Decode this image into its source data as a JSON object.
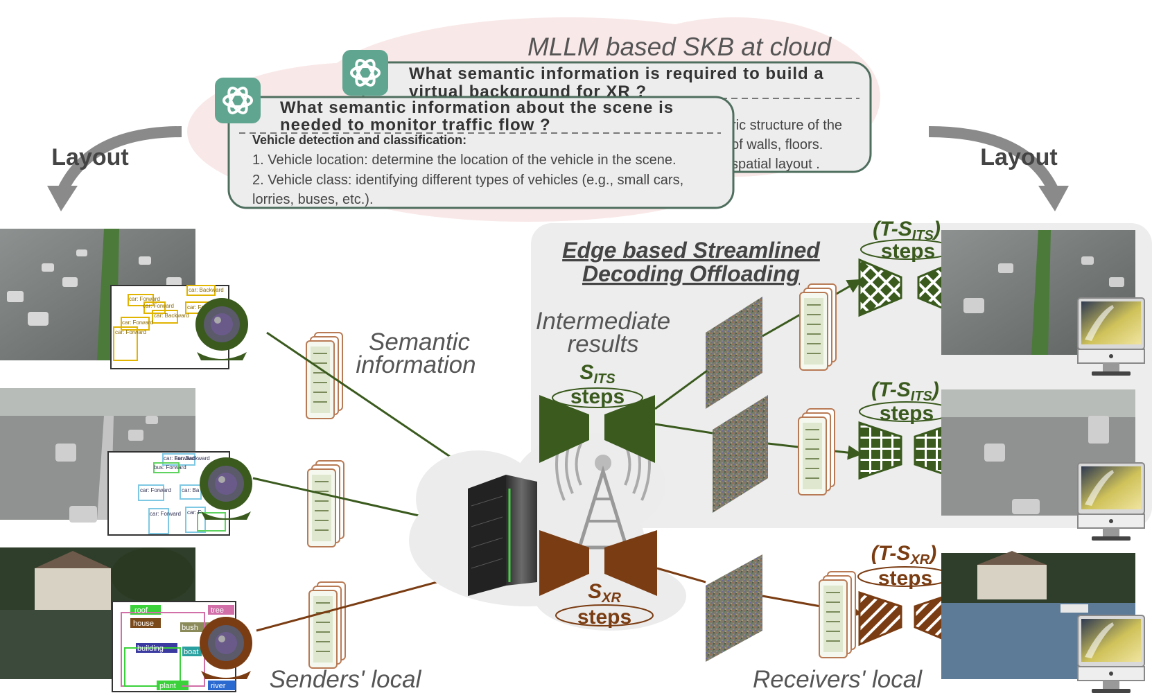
{
  "cloud_title": "MLLM based SKB at cloud",
  "bubble_xr": {
    "question_line1": "What semantic information is required to build a",
    "question_line2": "virtual background for XR ?",
    "answer_line1": "ric structure of the",
    "answer_line2": "of walls, floors.",
    "answer_line3": "spatial layout ."
  },
  "bubble_its": {
    "question_line1": "What semantic information about the scene is",
    "question_line2": "needed to monitor traffic flow ?",
    "heading": "Vehicle detection and classification:",
    "item1": "1. Vehicle location: determine the location of the vehicle in the scene.",
    "item2_line1": "2. Vehicle class: identifying different types of vehicles (e.g., small cars,",
    "item2_line2": "lorries, buses, etc.)."
  },
  "layout_left": "Layout",
  "layout_right": "Layout",
  "semantic_info_line1": "Semantic",
  "semantic_info_line2": "information",
  "edge_title_line1": "Edge based Streamlined",
  "edge_title_line2": "Decoding Offloading",
  "intermediate_line1": "Intermediate",
  "intermediate_line2": "results",
  "s_its": {
    "base": "S",
    "sub": "ITS",
    "steps": "steps"
  },
  "s_xr": {
    "base": "S",
    "sub": "XR",
    "steps": "steps"
  },
  "t_s_its_1": {
    "prefix": "(T-S",
    "sub": "ITS",
    "suffix": ")",
    "steps": "steps"
  },
  "t_s_its_2": {
    "prefix": "(T-S",
    "sub": "ITS",
    "suffix": ")",
    "steps": "steps"
  },
  "t_s_xr": {
    "prefix": "(T-S",
    "sub": "XR",
    "suffix": ")",
    "steps": "steps"
  },
  "senders_local": "Senders' local",
  "receivers_local": "Receivers' local",
  "det_labels_1": [
    "car: Forward",
    "car: Forward",
    "car: Forward",
    "car: Backward",
    "car: Backward",
    "car: Forward",
    "car: Forward"
  ],
  "det_labels_2": [
    "car: Forward",
    "car: Backward",
    "bus: Forward",
    "car: Forward",
    "car: Ba",
    "car: Forward",
    "car: F"
  ],
  "det_labels_3": [
    "roof",
    "tree",
    "house",
    "bush",
    "building",
    "boat",
    "plant",
    "river"
  ],
  "colors": {
    "its_green": "#3a5a1e",
    "xr_brown": "#7a3c12",
    "bubble_border": "#4e6e5e",
    "chatgpt_teal": "#5fa590",
    "cloud_pink": "#f9e8e8",
    "edge_panel": "#ededed"
  }
}
